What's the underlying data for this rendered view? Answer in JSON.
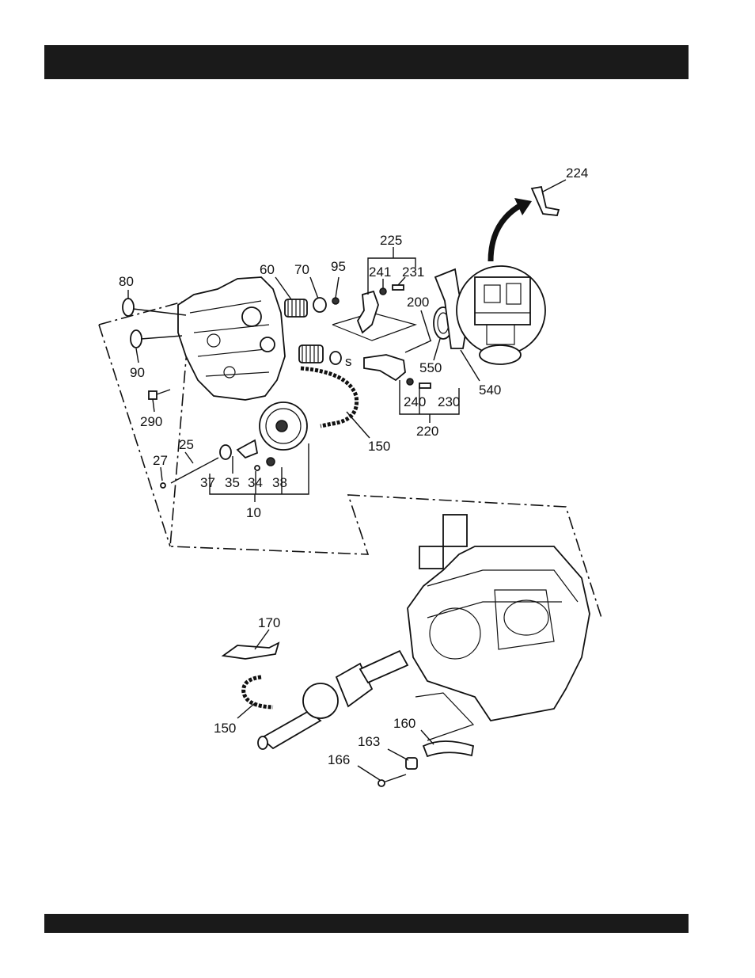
{
  "callouts": [
    "224",
    "225",
    "241",
    "231",
    "200",
    "60",
    "70",
    "95",
    "80",
    "90",
    "290",
    "550",
    "540",
    "240",
    "230",
    "220",
    "150",
    "25",
    "27",
    "37",
    "35",
    "34",
    "38",
    "10",
    "170",
    "150",
    "160",
    "163",
    "166"
  ],
  "colors": {
    "bar": "#1a1a1a",
    "ink": "#111111"
  }
}
